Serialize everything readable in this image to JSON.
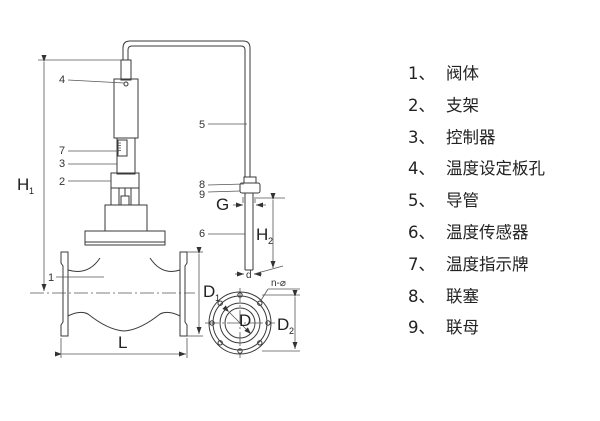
{
  "title": "自力式温度调节阀结构示意图",
  "callouts": [
    "1",
    "2",
    "3",
    "4",
    "5",
    "6",
    "7",
    "8",
    "9"
  ],
  "dimensions": {
    "H1": {
      "main": "H",
      "sub": "1"
    },
    "H2": {
      "main": "H",
      "sub": "2"
    },
    "D1": {
      "main": "D",
      "sub": "1"
    },
    "D2": {
      "main": "D",
      "sub": "2"
    },
    "D": "D",
    "L": "L",
    "G": "G",
    "d": "d",
    "n_phi": "n-⌀"
  },
  "legend": [
    {
      "num": "1、",
      "text": "阀体"
    },
    {
      "num": "2、",
      "text": "支架"
    },
    {
      "num": "3、",
      "text": "控制器"
    },
    {
      "num": "4、",
      "text": "温度设定板孔"
    },
    {
      "num": "5、",
      "text": "导管"
    },
    {
      "num": "6、",
      "text": "温度传感器"
    },
    {
      "num": "7、",
      "text": "温度指示牌"
    },
    {
      "num": "8、",
      "text": "联塞"
    },
    {
      "num": "9、",
      "text": "联母"
    }
  ]
}
